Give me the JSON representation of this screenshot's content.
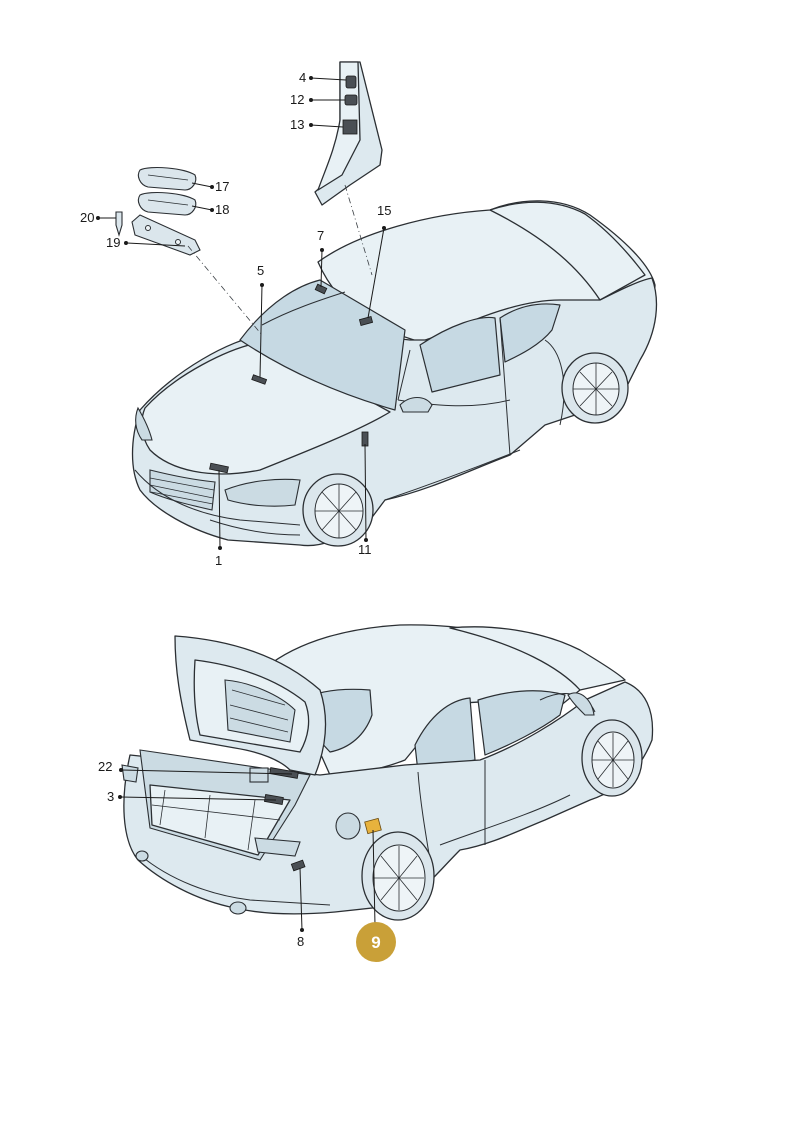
{
  "callouts": {
    "c1": "1",
    "c3": "3",
    "c4": "4",
    "c5": "5",
    "c7": "7",
    "c8": "8",
    "c11": "11",
    "c12": "12",
    "c13": "13",
    "c15": "15",
    "c17": "17",
    "c18": "18",
    "c19": "19",
    "c20": "20",
    "c22": "22"
  },
  "highlight": {
    "label": "9",
    "color": "#c9a038"
  }
}
